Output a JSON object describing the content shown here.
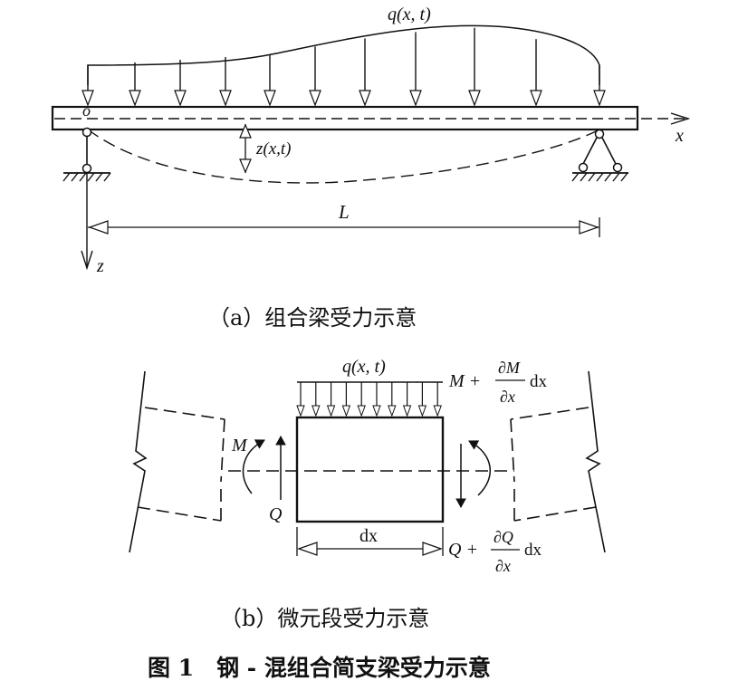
{
  "panel_a": {
    "load_label": "q(x, t)",
    "origin_label": "o",
    "deflection_label": "z(x,t)",
    "x_axis_label": "x",
    "z_axis_label": "z",
    "length_label": "L",
    "caption": "（a）组合梁受力示意"
  },
  "panel_b": {
    "load_label": "q(x, t)",
    "moment_left": "M",
    "shear_left": "Q",
    "moment_right_prefix": "M +",
    "moment_right_num": "∂M",
    "moment_right_den": "∂x",
    "moment_right_suffix": "dx",
    "width_label": "dx",
    "shear_right_prefix": "Q +",
    "shear_right_num": "∂Q",
    "shear_right_den": "∂x",
    "shear_right_suffix": "dx",
    "caption": "（b）微元段受力示意"
  },
  "figure_caption": "图 1　钢 - 混组合简支梁受力示意"
}
